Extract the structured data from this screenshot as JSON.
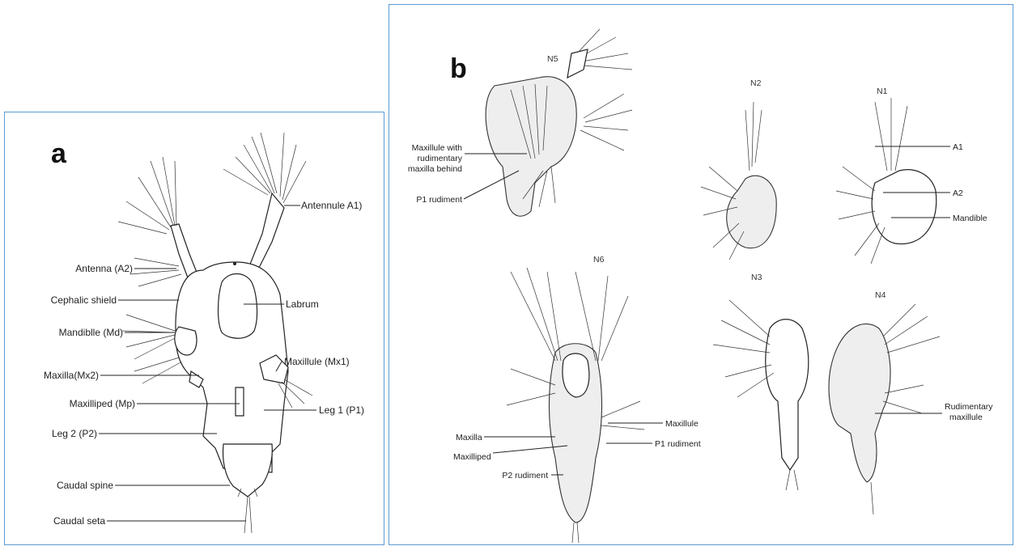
{
  "panel_a": {
    "letter": "a",
    "labels": {
      "antennule": "Antennule A1)",
      "antenna": "Antenna (A2)",
      "cephalic_shield": "Cephalic shield",
      "labrum": "Labrum",
      "mandible": "Mandiblle (Md)",
      "maxillule": "Maxillule (Mx1)",
      "maxilla": "Maxilla(Mx2)",
      "maxilliped": "Maxilliped (Mp)",
      "leg1": "Leg 1 (P1)",
      "leg2": "Leg 2 (P2)",
      "caudal_spine": "Caudal spine",
      "caudal_seta": "Caudal seta"
    }
  },
  "panel_b": {
    "letter": "b",
    "stages": {
      "n1": "N1",
      "n2": "N2",
      "n3": "N3",
      "n4": "N4",
      "n5": "N5",
      "n6": "N6"
    },
    "labels": {
      "maxillule_with_1": "Maxillule with",
      "maxillule_with_2": "rudimentary",
      "maxillule_with_3": "maxilla behind",
      "p1_rudiment_n5": "P1 rudiment",
      "a1": "A1",
      "a2": "A2",
      "mandible": "Mandible",
      "maxilla": "Maxilla",
      "maxilliped": "Maxilliped",
      "p2_rudiment": "P2 rudiment",
      "maxillule": "Maxillule",
      "p1_rudiment_n6": "P1 rudiment",
      "rudimentary_1": "Rudimentary",
      "rudimentary_2": "maxillule"
    }
  }
}
